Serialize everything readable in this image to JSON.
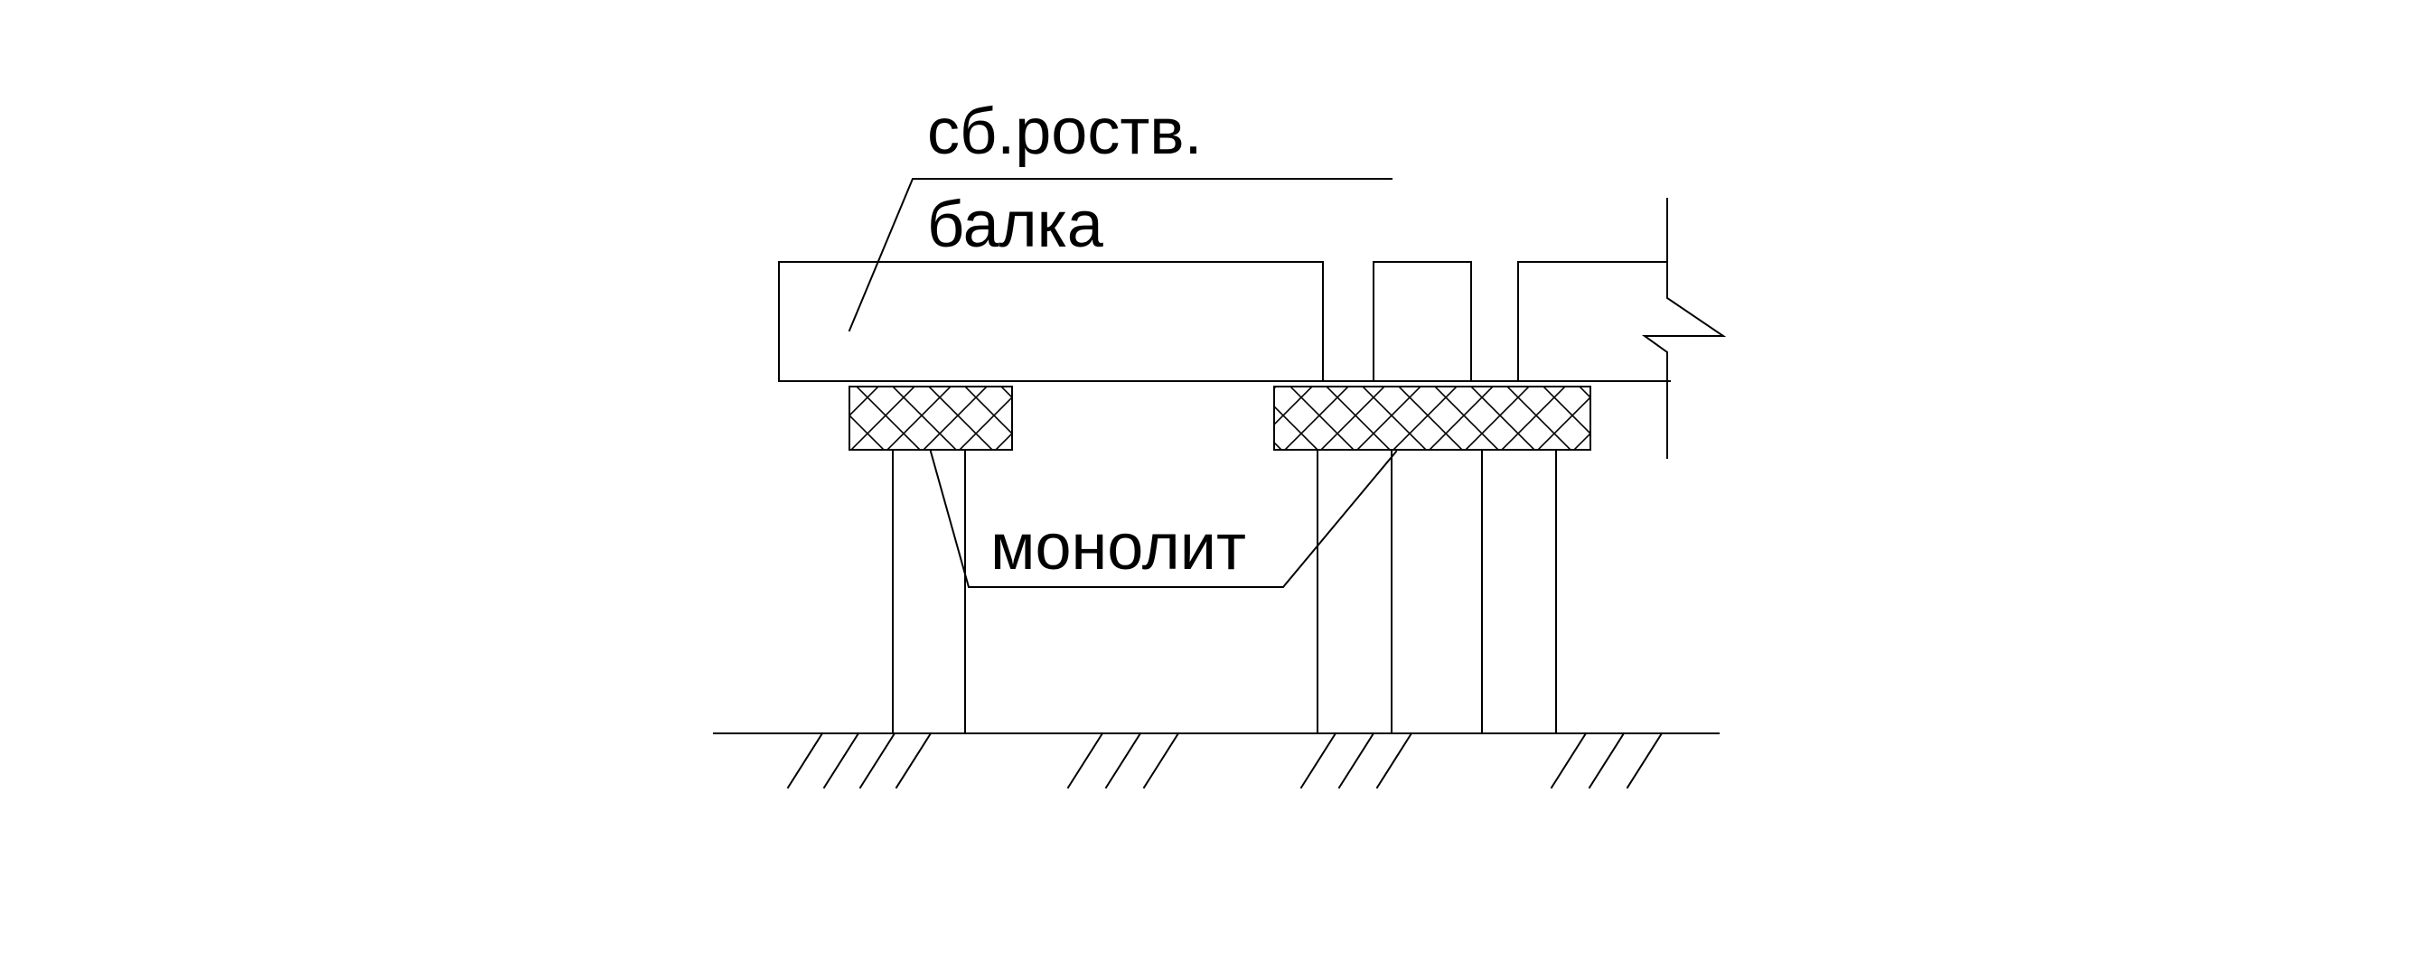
{
  "labels": {
    "beam_line1": "сб.роств.",
    "beam_line2": "балка",
    "monolith": "монолит"
  },
  "colors": {
    "background": "#ffffff",
    "stroke": "#000000"
  }
}
